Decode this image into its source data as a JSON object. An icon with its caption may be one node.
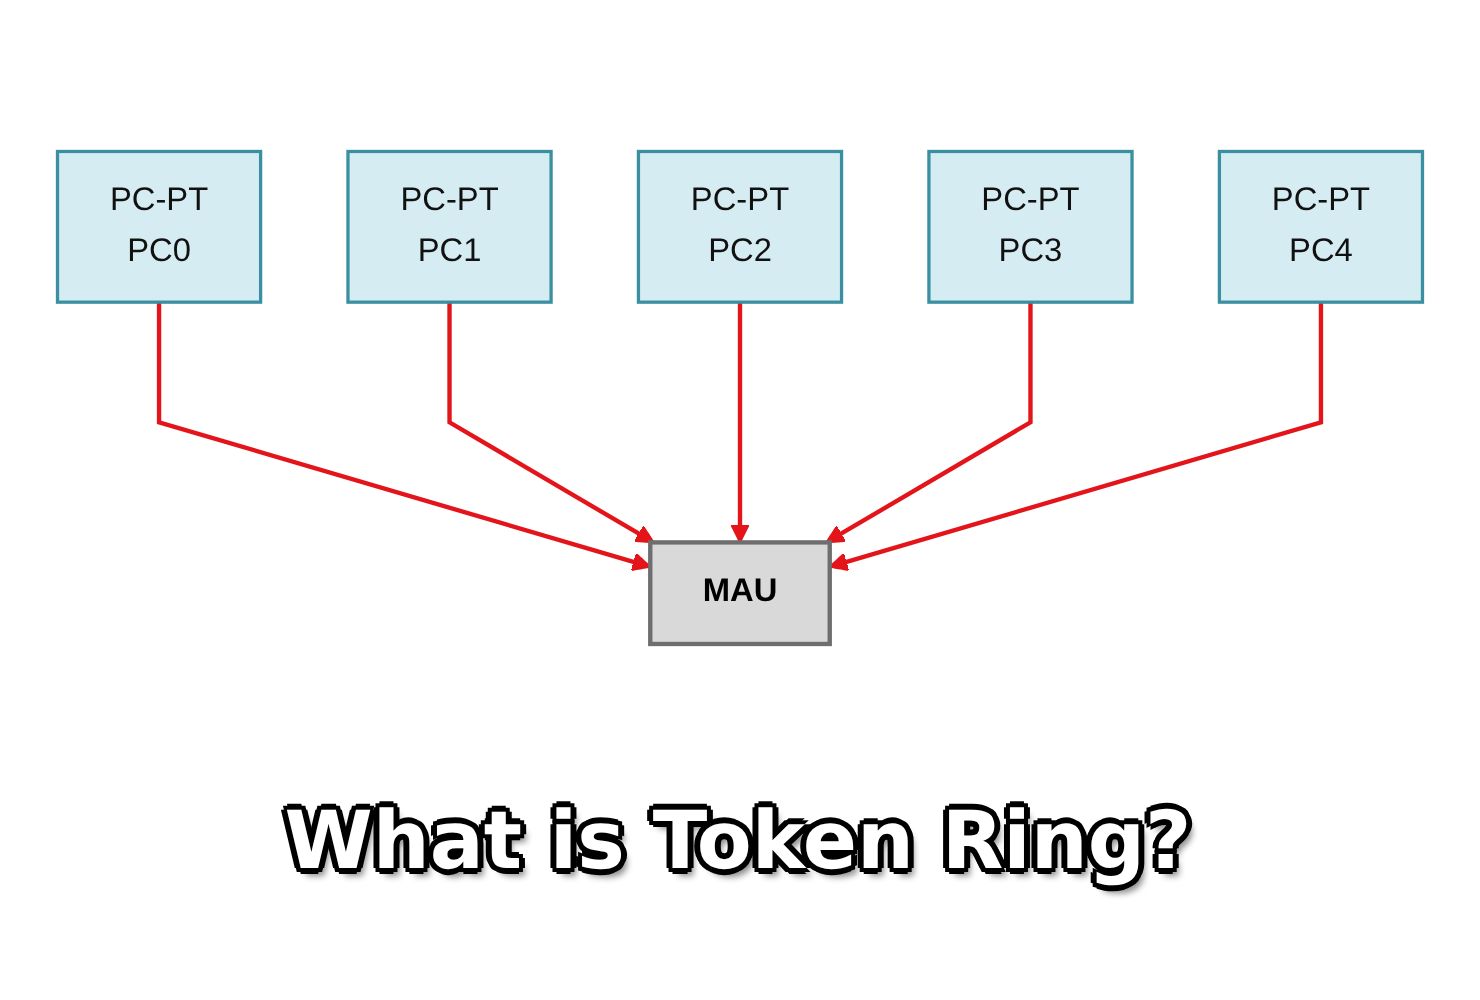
{
  "diagram": {
    "title": "What is Token Ring?",
    "nodes": [
      {
        "text": [
          "PC-PT",
          "PC0"
        ]
      },
      {
        "text": [
          "PC-PT",
          "PC1"
        ]
      },
      {
        "text": [
          "MAU"
        ]
      },
      {
        "text": [
          "PC-PT",
          "PC2"
        ]
      },
      {
        "text": [
          "PC-PT",
          "PC3"
        ]
      },
      {
        "text": [
          "PC-PT",
          "PC4"
        ]
      }
    ],
    "edges": [
      {
        "from": 0,
        "to": 2,
        "arrow": "to"
      },
      {
        "from": 1,
        "to": 2,
        "arrow": "to"
      },
      {
        "from": 3,
        "to": 2,
        "arrow": "to"
      },
      {
        "from": 4,
        "to": 2,
        "arrow": "to"
      },
      {
        "from": 5,
        "to": 2,
        "arrow": "to"
      }
    ]
  }
}
